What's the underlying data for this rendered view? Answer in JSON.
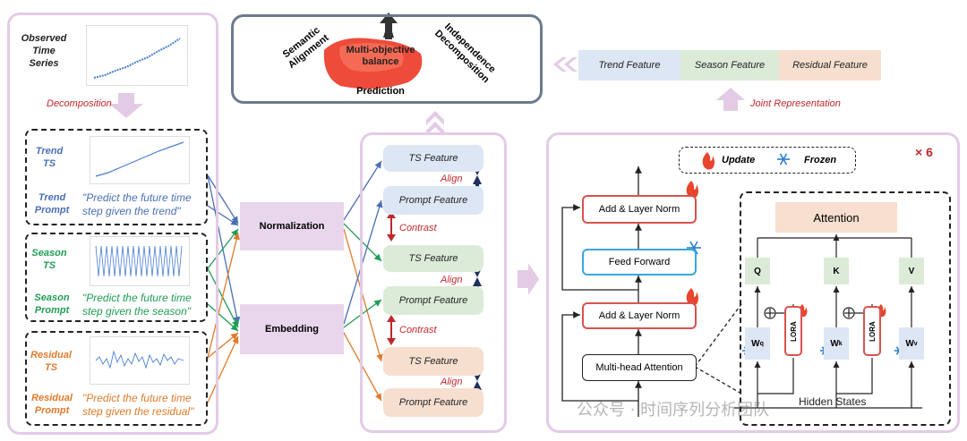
{
  "left": {
    "observed_label": "Observed\nTime\nSeries",
    "decomposition": "Decomposition",
    "trend_ts": "Trend\nTS",
    "trend_prompt_label": "Trend\nPrompt",
    "trend_prompt": "\"Predict the future time step given the trend\"",
    "season_ts": "Season\nTS",
    "season_prompt_label": "Season\nPrompt",
    "season_prompt": "\"Predict the future time step given the season\"",
    "residual_ts": "Residual\nTS",
    "residual_prompt_label": "Residual\nPrompt",
    "residual_prompt": "\"Predict the future time step given the residual\""
  },
  "middle": {
    "normalization": "Normalization",
    "embedding": "Embedding"
  },
  "features": {
    "ts_feature": "TS Feature",
    "prompt_feature": "Prompt Feature",
    "align": "Align",
    "contrast": "Contrast"
  },
  "top": {
    "semantic": "Semantic\nAlignment",
    "multi": "Multi-objective\nbalance",
    "independence": "Independence\nDecomposition",
    "prediction": "Prediction"
  },
  "joint": {
    "trend_feature": "Trend Feature",
    "season_feature": "Season Feature",
    "residual_feature": "Residual Feature",
    "joint_representation": "Joint Representation"
  },
  "transformer": {
    "update": "Update",
    "frozen": "Frozen",
    "times": "× 6",
    "add_norm": "Add & Layer Norm",
    "feed_forward": "Feed Forward",
    "mha": "Multi-head Attention",
    "attention": "Attention",
    "q": "Q",
    "k": "K",
    "v": "V",
    "wq": "W",
    "wq_sub": "q",
    "wk": "W",
    "wk_sub": "k",
    "wv": "W",
    "wv_sub": "v",
    "lora": "LORA",
    "hidden_states": "Hidden States"
  },
  "watermark": "公众号 · 时间序列分析团队",
  "colors": {
    "trend": "#4a6fb5",
    "season": "#1f9d55",
    "residual": "#e07a2a",
    "red": "#c0282d",
    "navy": "#1f2f5c"
  }
}
